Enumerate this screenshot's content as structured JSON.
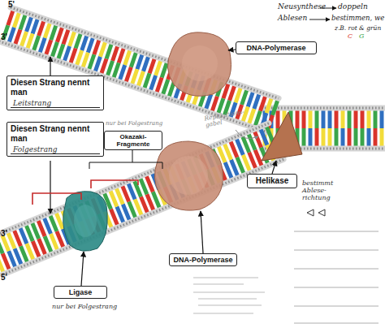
{
  "diagram": {
    "nodes": [
      {
        "text": [
          "Diesen Strang nennt man",
          "Leitstrang"
        ]
      },
      {
        "text": [
          "Diesen Strang nennt man",
          "Folgestrang"
        ]
      },
      {
        "text": [
          "Okazaki-Fragmente"
        ]
      },
      {
        "text": [
          "DNA-Polymerase"
        ]
      },
      {
        "text": [
          "DNA-Polymerase"
        ]
      },
      {
        "text": [
          "Helikase"
        ]
      },
      {
        "text": [
          "Ligase"
        ]
      }
    ],
    "labels": [
      "5'",
      "3'",
      "3'",
      "5'",
      "nur bei Folgestrang",
      "Replikations- gabel",
      "bestimmt Ablese- richtung",
      "nur bei Folgestrang",
      "Neusynthese",
      "doppeln",
      "Ablesen",
      "bestimmen, we",
      "z.B. rot & grün",
      "C",
      "G"
    ]
  }
}
